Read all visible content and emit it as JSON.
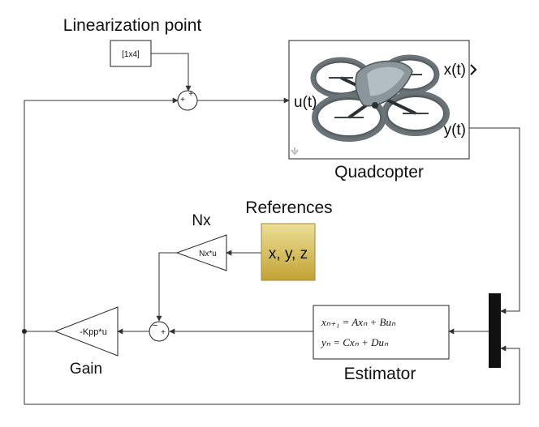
{
  "labels": {
    "linearization_point": "Linearization point",
    "quadcopter": "Quadcopter",
    "references": "References",
    "nx": "Nx",
    "gain": "Gain",
    "estimator": "Estimator"
  },
  "blocks": {
    "constant_value": "[1x4]",
    "plant_input": "u(t)",
    "plant_state_output": "x(t)",
    "plant_output": "y(t)",
    "references_value": "x, y, z",
    "nx_gain": "Nx*u",
    "feedback_gain": "-Kpp*u",
    "estimator_state_eq": "xₙ₊₁ = Axₙ + Buₙ",
    "estimator_output_eq": "yₙ = Cxₙ + Duₙ"
  },
  "sum_signs": {
    "top_sum_plus_a": "+",
    "top_sum_plus_b": "+",
    "bottom_sum_minus": "−",
    "bottom_sum_plus": "+"
  },
  "colors": {
    "references_fill_top": "#e8d98c",
    "references_fill_bottom": "#c9a93c",
    "quadcopter_body": "#6f7a80"
  },
  "icons": {
    "output_port": "chevron-right-icon",
    "mask_arrow": "arrow-down-icon"
  }
}
